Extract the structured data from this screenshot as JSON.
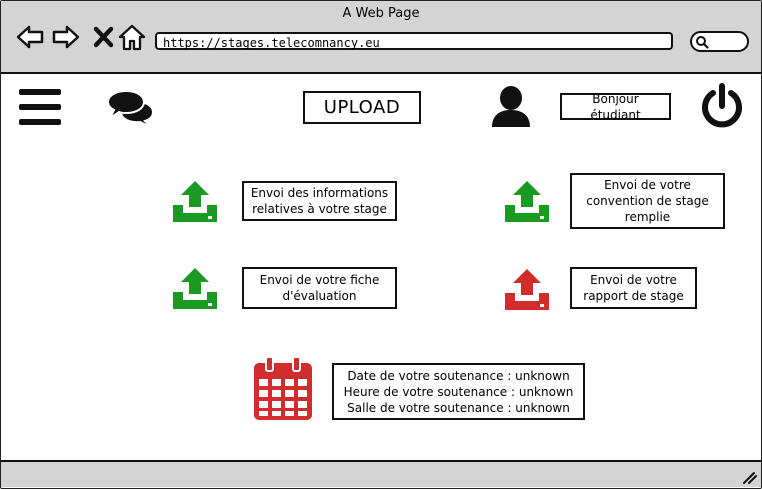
{
  "window": {
    "title": "A Web Page"
  },
  "address_bar": {
    "url": "https://stages.telecomnancy.eu"
  },
  "header": {
    "page_title": "UPLOAD",
    "greeting": "Bonjour étudiant"
  },
  "uploads": [
    {
      "lines": [
        "Envoi des informations",
        "relatives à votre stage"
      ],
      "status_color": "#1a9a22"
    },
    {
      "lines": [
        "Envoi de votre",
        "convention de stage",
        "remplie"
      ],
      "status_color": "#1a9a22"
    },
    {
      "lines": [
        "Envoi de votre fiche",
        "d'évaluation"
      ],
      "status_color": "#1a9a22"
    },
    {
      "lines": [
        "Envoi de votre",
        "rapport de stage"
      ],
      "status_color": "#d12d2d"
    }
  ],
  "defense": {
    "date": "Date de votre soutenance : unknown",
    "time": "Heure de votre soutenance : unknown",
    "room": "Salle de votre soutenance : unknown"
  },
  "colors": {
    "success": "#1a9a22",
    "pending": "#d12d2d",
    "chrome": "#d4d4d4"
  }
}
